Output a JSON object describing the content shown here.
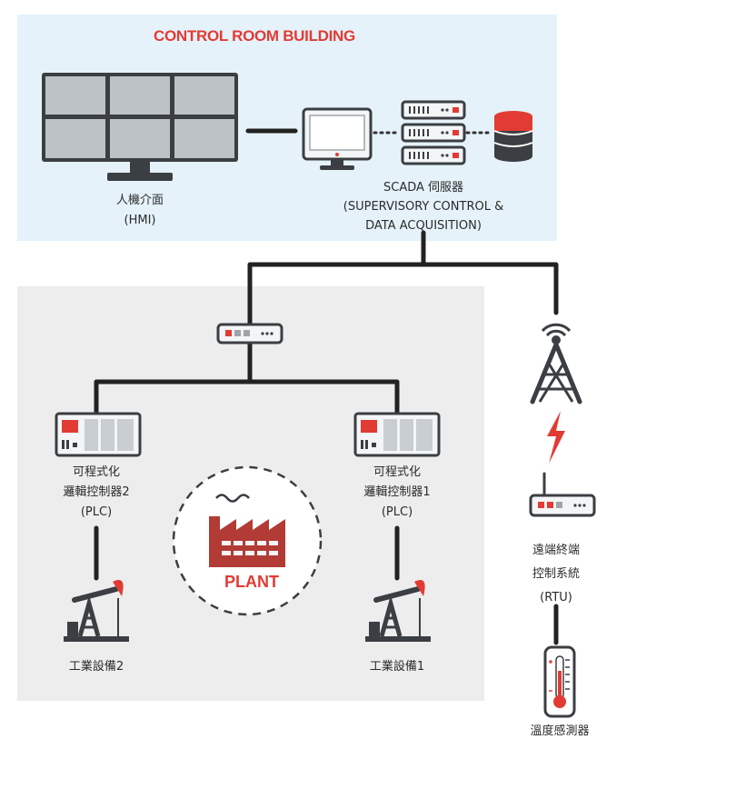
{
  "control_room": {
    "title": "CONTROL ROOM BUILDING"
  },
  "hmi": {
    "line1": "人機介面",
    "line2": "(HMI)"
  },
  "scada": {
    "line1": "SCADA 伺服器",
    "line2": "(SUPERVISORY CONTROL &",
    "line3": "DATA ACQUISITION)"
  },
  "plc2": {
    "line1": "可程式化",
    "line2": "邏輯控制器2",
    "line3": "(PLC)"
  },
  "plc1": {
    "line1": "可程式化",
    "line2": "邏輯控制器1",
    "line3": "(PLC)"
  },
  "plant": {
    "label": "PLANT"
  },
  "equipment2": {
    "label": "工業設備2"
  },
  "equipment1": {
    "label": "工業設備1"
  },
  "rtu": {
    "line1": "遠端終端",
    "line2": "控制系統",
    "line3": "(RTU)"
  },
  "sensor": {
    "label": "溫度感測器"
  },
  "colors": {
    "accent_red": "#e23b33",
    "dark_red": "#c0392b",
    "line_dark": "#222222",
    "device_grey": "#9ea4a8",
    "control_room_bg": "#e5f2fa",
    "plant_bg": "#ededee"
  }
}
